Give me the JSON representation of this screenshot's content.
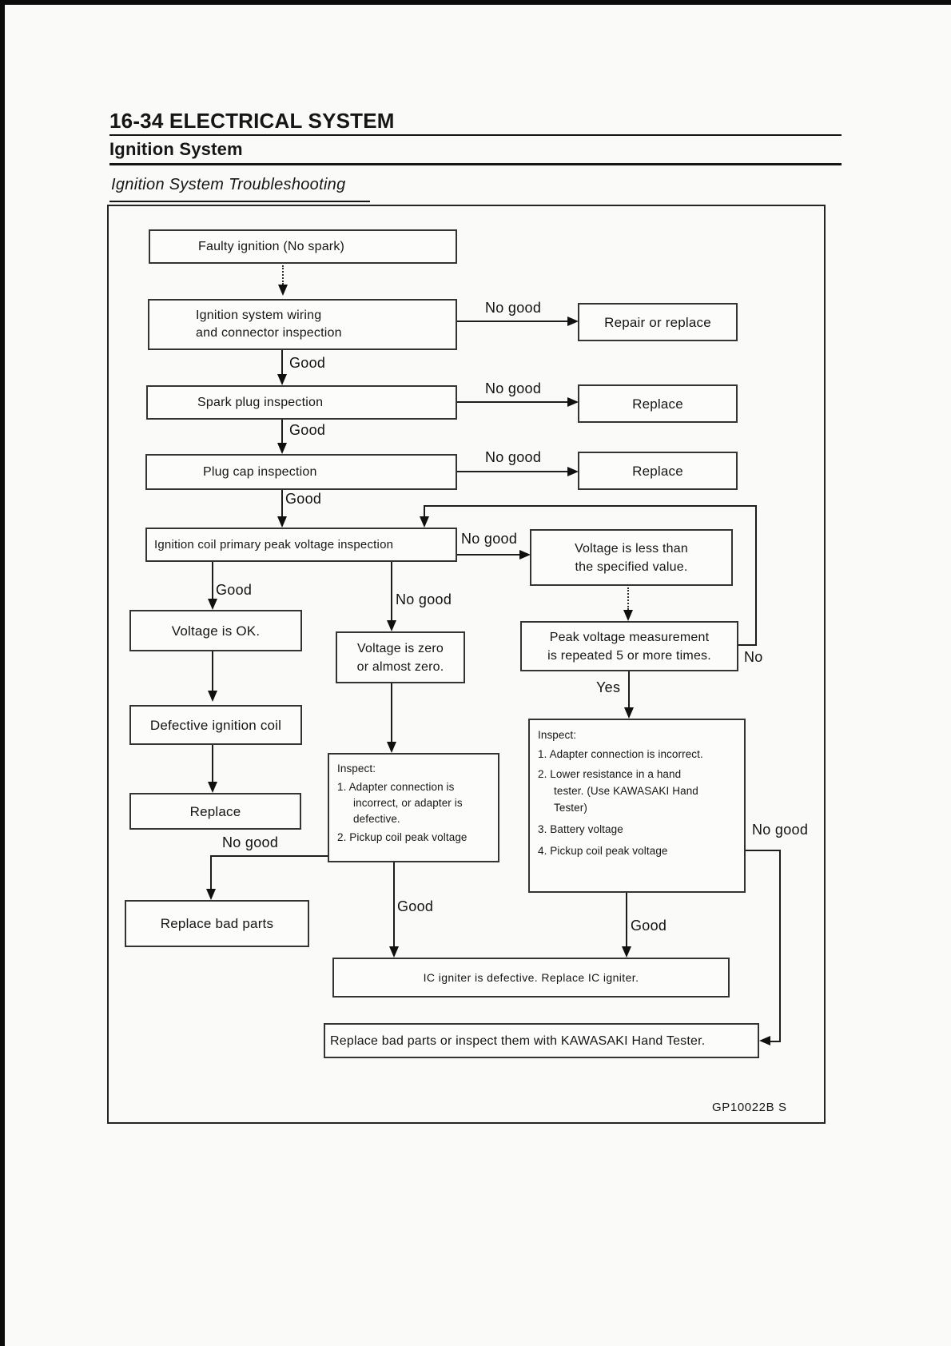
{
  "page": {
    "header": {
      "page_title": "16-34 ELECTRICAL SYSTEM",
      "section_title": "Ignition System",
      "subsection_title": "Ignition System Troubleshooting"
    },
    "figure_code": "GP10022B S"
  },
  "flowchart": {
    "labels": {
      "good": "Good",
      "no_good": "No good",
      "yes": "Yes",
      "no": "No"
    },
    "nodes": {
      "faulty_ignition": "Faulty ignition (No spark)",
      "wiring_inspection": [
        "Ignition system wiring",
        "and connector inspection"
      ],
      "repair_or_replace": "Repair or replace",
      "spark_plug_inspection": "Spark plug inspection",
      "replace_spark_plug": "Replace",
      "plug_cap_inspection": "Plug cap inspection",
      "replace_plug_cap": "Replace",
      "coil_inspection": "Ignition coil primary peak voltage inspection",
      "voltage_less": [
        "Voltage is less than",
        "the specified value."
      ],
      "voltage_ok": "Voltage is OK.",
      "voltage_zero": [
        "Voltage is zero",
        "or almost zero."
      ],
      "peak_repeat": [
        "Peak voltage measurement",
        "is repeated 5 or more times."
      ],
      "defective_coil": "Defective ignition coil",
      "replace_coil": "Replace",
      "inspect_adapter": {
        "title": "Inspect:",
        "items": [
          "1. Adapter connection is incorrect, or adapter is defective.",
          "2. Pickup coil peak voltage"
        ]
      },
      "inspect_full": {
        "title": "Inspect:",
        "items": [
          "1. Adapter connection is incorrect.",
          "2. Lower resistance in a hand tester. (Use KAWASAKI Hand Tester)",
          "3. Battery voltage",
          "4. Pickup coil peak voltage"
        ]
      },
      "replace_bad_parts": "Replace bad parts",
      "ic_igniter": "IC igniter is defective. Replace IC igniter.",
      "replace_or_inspect": "Replace bad parts or inspect them with KAWASAKI Hand Tester."
    }
  }
}
